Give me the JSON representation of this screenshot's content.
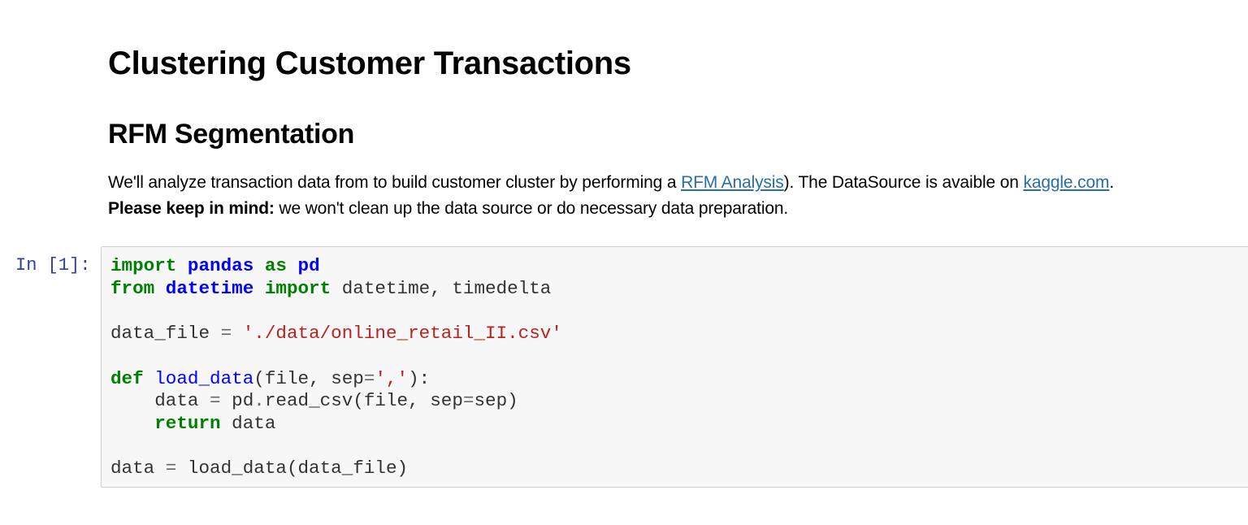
{
  "notebook": {
    "markdown_cell": {
      "title": "Clustering Customer Transactions",
      "subtitle": "RFM Segmentation",
      "paragraph": {
        "line1_part1": "We'll analyze transaction data from to build customer cluster by performing a ",
        "link_rfm": "RFM Analysis",
        "line1_part2": "). The DataSource is avaible on ",
        "link_kaggle": "kaggle.com",
        "line1_part3": ".",
        "line2_bold": "Please keep in mind:",
        "line2_rest": " we won't clean up the data source or do necessary data preparation."
      }
    },
    "code_cell": {
      "prompt": "In [1]:",
      "lines": [
        {
          "tokens": [
            [
              "kw",
              "import"
            ],
            [
              "t",
              " "
            ],
            [
              "nn",
              "pandas"
            ],
            [
              "t",
              " "
            ],
            [
              "kw",
              "as"
            ],
            [
              "t",
              " "
            ],
            [
              "nn",
              "pd"
            ]
          ]
        },
        {
          "tokens": [
            [
              "kw",
              "from"
            ],
            [
              "t",
              " "
            ],
            [
              "nn",
              "datetime"
            ],
            [
              "t",
              " "
            ],
            [
              "kw",
              "import"
            ],
            [
              "t",
              " datetime, timedelta"
            ]
          ]
        },
        {
          "tokens": []
        },
        {
          "tokens": [
            [
              "t",
              "data_file "
            ],
            [
              "o",
              "="
            ],
            [
              "t",
              " "
            ],
            [
              "s",
              "'./data/online_retail_II.csv'"
            ]
          ]
        },
        {
          "tokens": []
        },
        {
          "tokens": [
            [
              "kw",
              "def"
            ],
            [
              "t",
              " "
            ],
            [
              "nf",
              "load_data"
            ],
            [
              "t",
              "(file, sep"
            ],
            [
              "o",
              "="
            ],
            [
              "s",
              "','"
            ],
            [
              "t",
              "):"
            ]
          ]
        },
        {
          "tokens": [
            [
              "t",
              "    data "
            ],
            [
              "o",
              "="
            ],
            [
              "t",
              " pd"
            ],
            [
              "o",
              "."
            ],
            [
              "t",
              "read_csv(file, sep"
            ],
            [
              "o",
              "="
            ],
            [
              "t",
              "sep)"
            ]
          ]
        },
        {
          "tokens": [
            [
              "t",
              "    "
            ],
            [
              "kw",
              "return"
            ],
            [
              "t",
              " data"
            ]
          ]
        },
        {
          "tokens": []
        },
        {
          "tokens": [
            [
              "t",
              "data "
            ],
            [
              "o",
              "="
            ],
            [
              "t",
              " load_data(data_file)"
            ]
          ]
        }
      ]
    }
  },
  "colors": {
    "link": "#296eaa",
    "prompt": "#303f9f",
    "keyword": "#008000",
    "name": "#0000ff",
    "string": "#ba2121",
    "cell_bg": "#f7f7f7",
    "cell_border": "#cfcfcf"
  }
}
